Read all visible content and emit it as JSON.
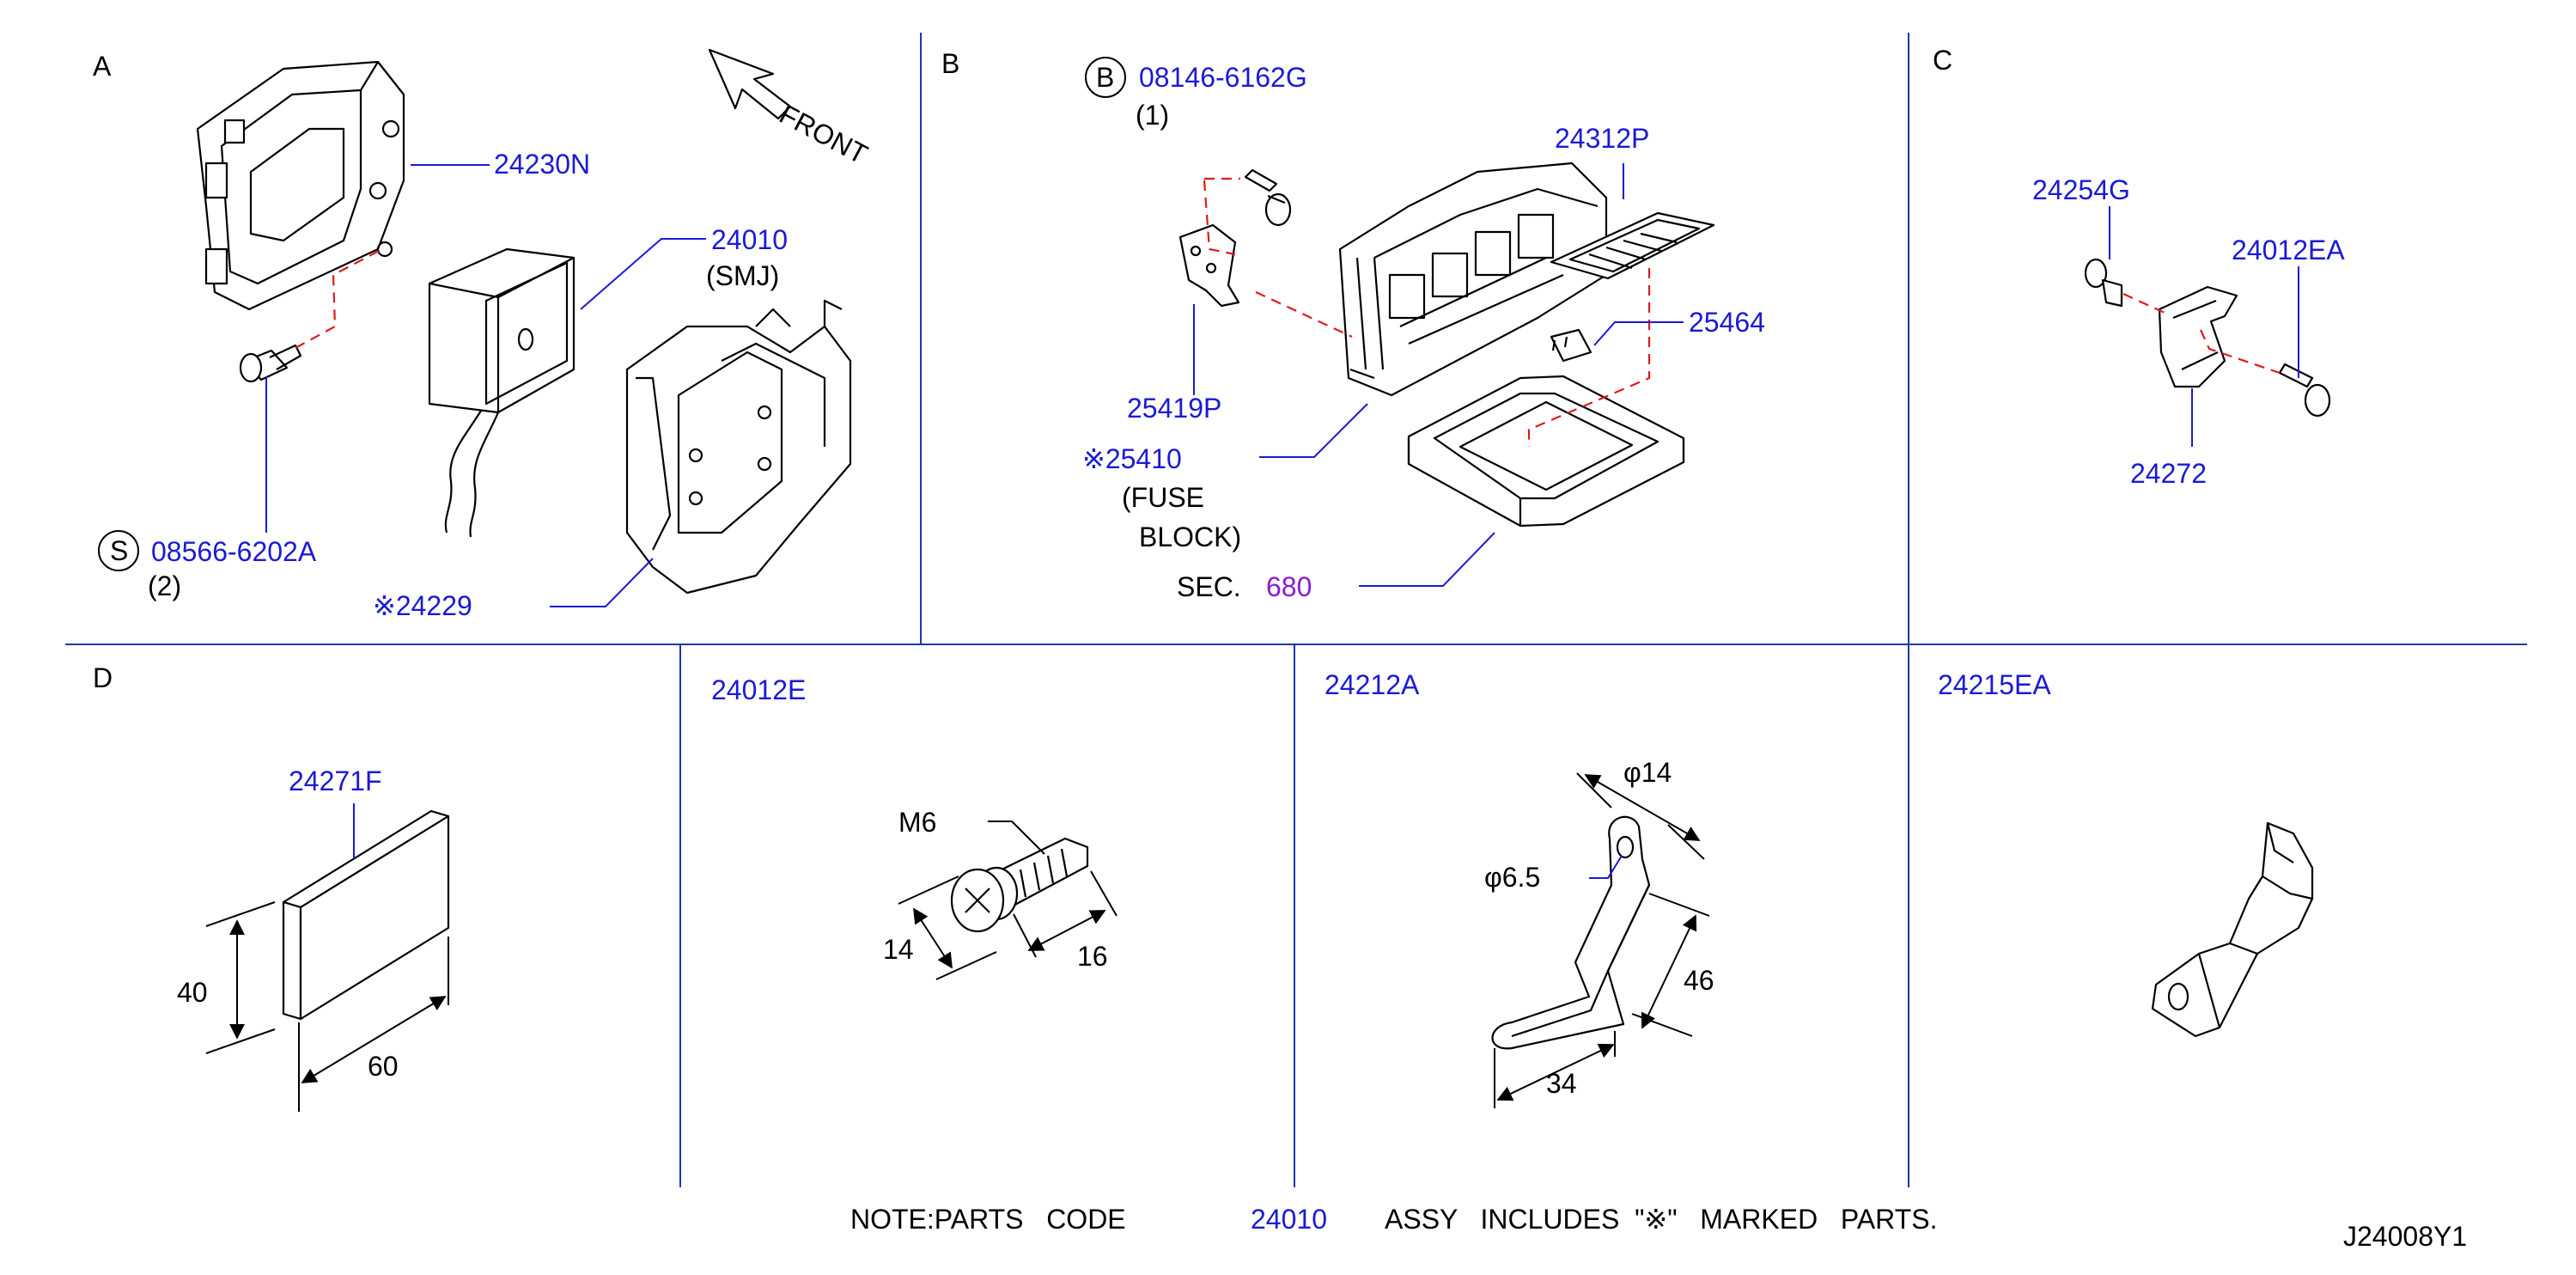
{
  "sections": {
    "A": {
      "letter": "A",
      "front_label": "FRONT",
      "bracket_part": "24230N",
      "module_part": "24010",
      "module_sub": "(SMJ)",
      "bolt_symbol": "S",
      "bolt_part": "08566-6202A",
      "bolt_qty": "(2)",
      "connector_part": "※24229"
    },
    "B": {
      "letter": "B",
      "bolt_symbol": "B",
      "bolt_part": "08146-6162G",
      "bolt_qty": "(1)",
      "cover_part": "24312P",
      "fuse_part": "25464",
      "bracket_part": "25419P",
      "block_part": "※25410",
      "block_sub1": "(FUSE",
      "block_sub2": "BLOCK)",
      "sec_label": "SEC.",
      "sec_number": "680"
    },
    "C": {
      "letter": "C",
      "clip_part": "24254G",
      "bolt_part": "24012EA",
      "bracket_part": "24272"
    },
    "D": {
      "letter": "D",
      "pad_part": "24271F",
      "dim_height": "40",
      "dim_width": "60"
    },
    "E": {
      "part": "24012E",
      "thread": "M6",
      "dim_head": "14",
      "dim_length": "16"
    },
    "F": {
      "part": "24212A",
      "dim_outer": "φ14",
      "dim_inner": "φ6.5",
      "dim_height": "46",
      "dim_width": "34"
    },
    "G": {
      "part": "24215EA"
    }
  },
  "note": {
    "prefix": "NOTE:PARTS   CODE",
    "code": "24010",
    "suffix": "ASSY   INCLUDES  \"※\"   MARKED   PARTS."
  },
  "drawing_id": "J24008Y1",
  "colors": {
    "part_number": "#1a1ad6",
    "dashed_line": "#e01a1a",
    "section_ref": "#8a1ad6",
    "divider": "#1a3aa6"
  }
}
